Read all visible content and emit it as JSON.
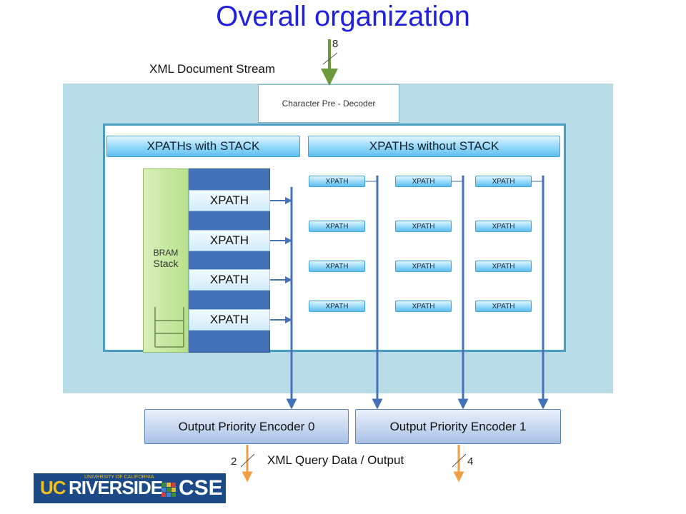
{
  "title": "Overall organization",
  "input_stream": {
    "label": "XML Document Stream",
    "width_value": "8"
  },
  "decoder": {
    "label": "Character Pre - Decoder"
  },
  "groups": {
    "with_stack": "XPATHs with STACK",
    "without_stack": "XPATHs without STACK"
  },
  "bram": {
    "line1": "BRAM",
    "line2": "Stack"
  },
  "stack_xpaths": [
    "XPATH",
    "XPATH",
    "XPATH",
    "XPATH"
  ],
  "grid_xpaths": [
    [
      "XPATH",
      "XPATH",
      "XPATH"
    ],
    [
      "XPATH",
      "XPATH",
      "XPATH"
    ],
    [
      "XPATH",
      "XPATH",
      "XPATH"
    ],
    [
      "XPATH",
      "XPATH",
      "XPATH"
    ]
  ],
  "encoders": [
    "Output Priority Encoder 0",
    "Output Priority Encoder 1"
  ],
  "output": {
    "label": "XML Query Data / Output",
    "width_left": "2",
    "width_right": "4"
  },
  "logo": {
    "uc": "UC",
    "riverside": "RIVERSIDE",
    "university": "UNIVERSITY OF CALIFORNIA",
    "cse": "CSE"
  },
  "colors": {
    "title": "#2020e0",
    "bus_green": "#6a9a3a",
    "bus_blue": "#4472b8",
    "bus_orange": "#f0a040",
    "panel": "#b7dce8"
  }
}
